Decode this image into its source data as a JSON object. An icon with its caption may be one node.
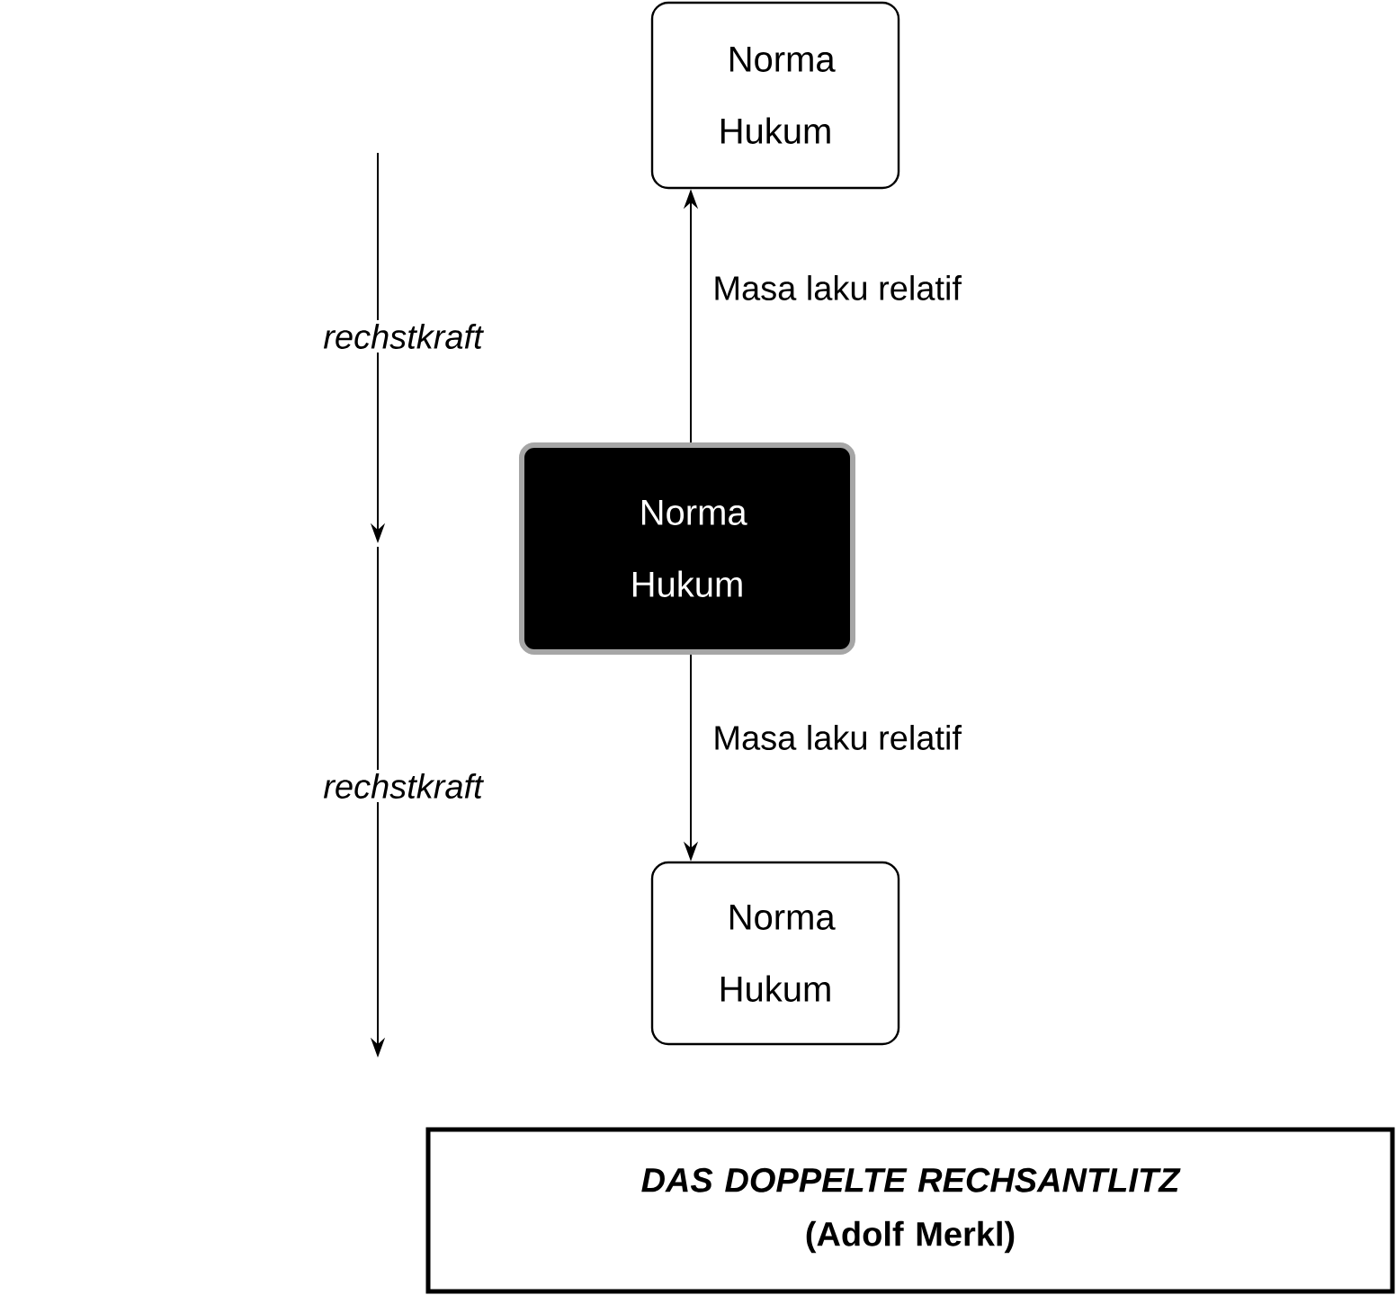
{
  "diagram": {
    "nodes": [
      {
        "text": [
          "Norma Hukum"
        ]
      },
      {
        "text": [
          "Norma Hukum"
        ]
      },
      {
        "text": [
          "Norma Hukum"
        ]
      },
      {
        "text": [
          "DAS DOPPELTE RECHSANTLITZ",
          "(Adolf Merkl)"
        ]
      }
    ],
    "edges": [
      {
        "from": 1,
        "to": 0,
        "arrow": "to",
        "label": "Masa laku relatif"
      },
      {
        "from": 1,
        "to": 2,
        "arrow": "to",
        "label": "Masa laku relatif"
      }
    ],
    "labels": [
      "rechstkraft",
      "rechstkraft"
    ]
  }
}
